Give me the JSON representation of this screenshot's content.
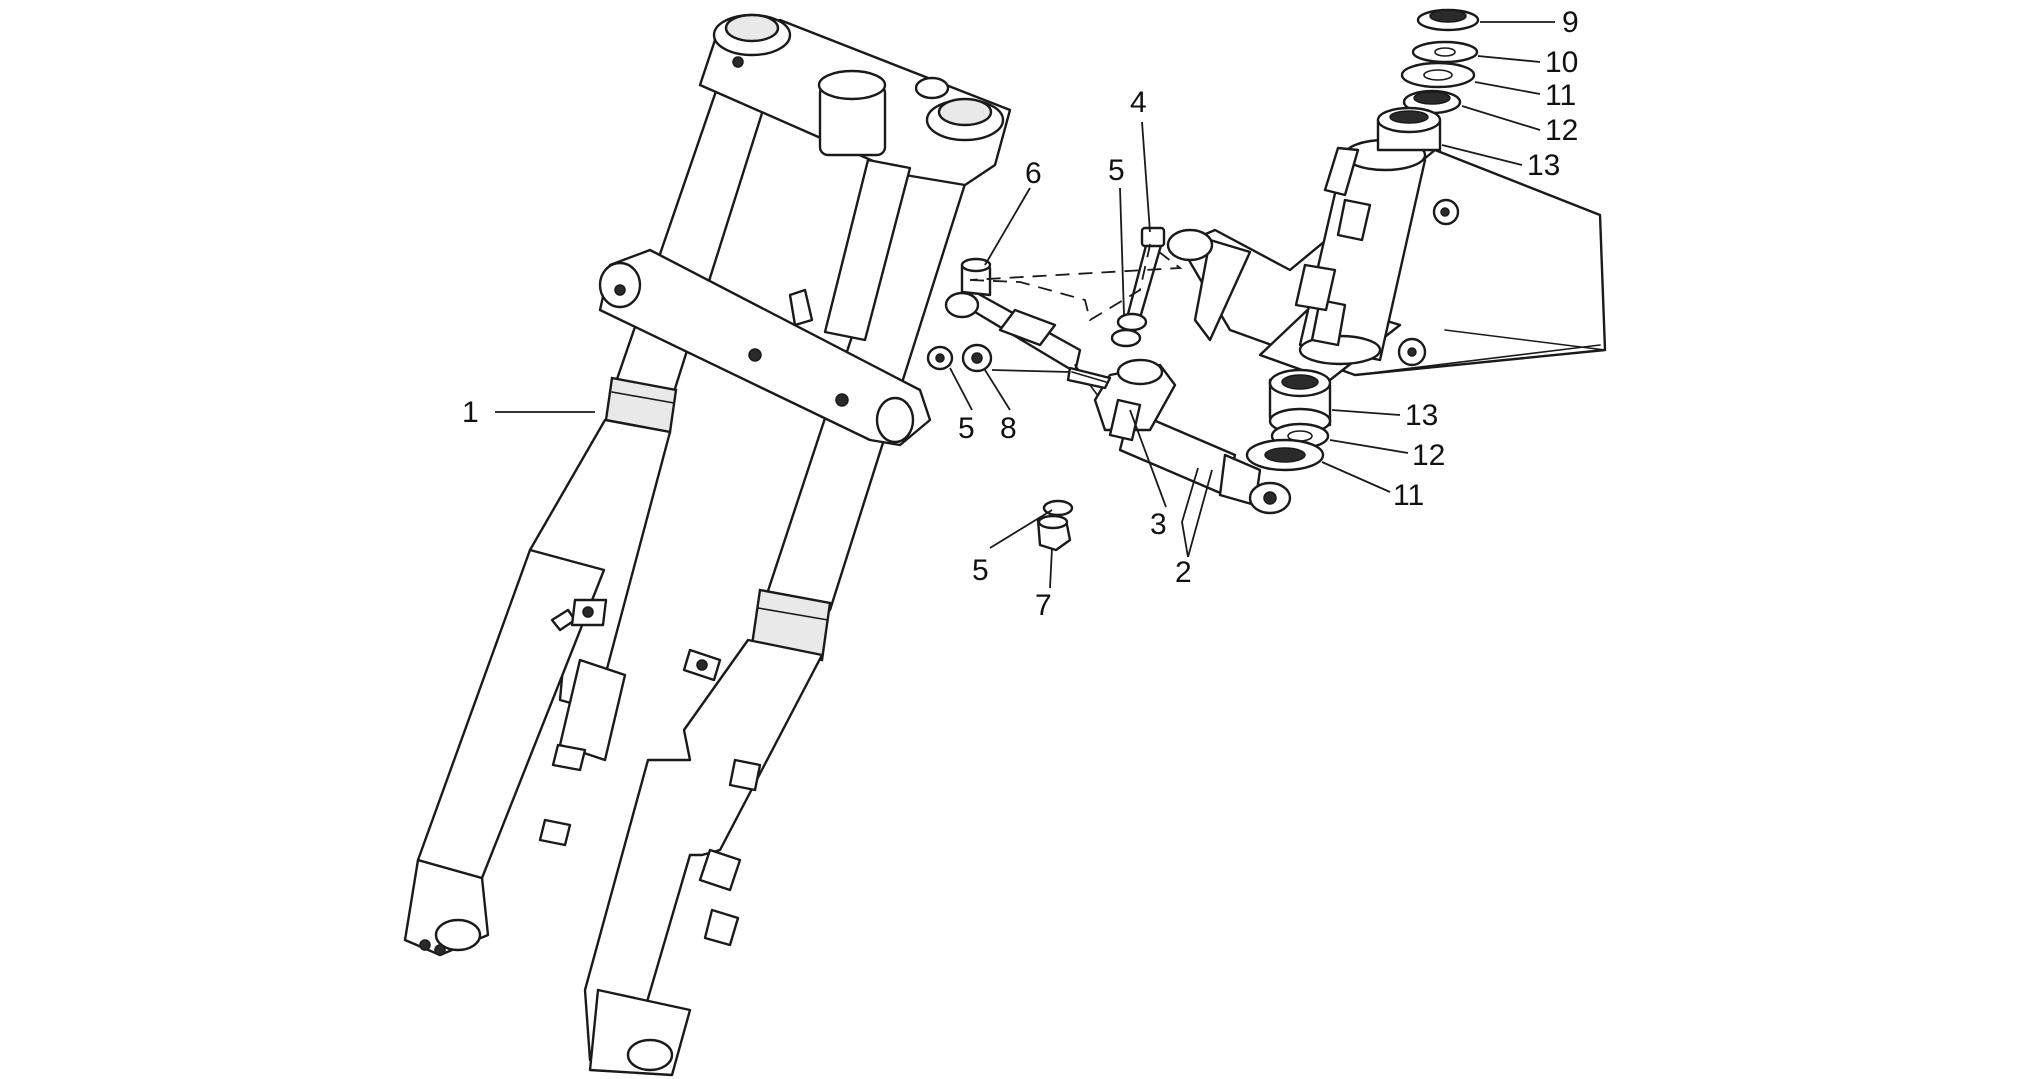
{
  "diagram": {
    "type": "exploded-parts-diagram",
    "line_color": "#1a1a1a",
    "background": "#ffffff",
    "callouts": [
      {
        "id": "c1",
        "label": "1"
      },
      {
        "id": "c2",
        "label": "2"
      },
      {
        "id": "c3",
        "label": "3"
      },
      {
        "id": "c4",
        "label": "4"
      },
      {
        "id": "c5a",
        "label": "5"
      },
      {
        "id": "c5b",
        "label": "5"
      },
      {
        "id": "c5c",
        "label": "5"
      },
      {
        "id": "c6",
        "label": "6"
      },
      {
        "id": "c7",
        "label": "7"
      },
      {
        "id": "c8",
        "label": "8"
      },
      {
        "id": "c9",
        "label": "9"
      },
      {
        "id": "c10",
        "label": "10"
      },
      {
        "id": "c11a",
        "label": "11"
      },
      {
        "id": "c12a",
        "label": "12"
      },
      {
        "id": "c13a",
        "label": "13"
      },
      {
        "id": "c13b",
        "label": "13"
      },
      {
        "id": "c12b",
        "label": "12"
      },
      {
        "id": "c11b",
        "label": "11"
      }
    ]
  }
}
